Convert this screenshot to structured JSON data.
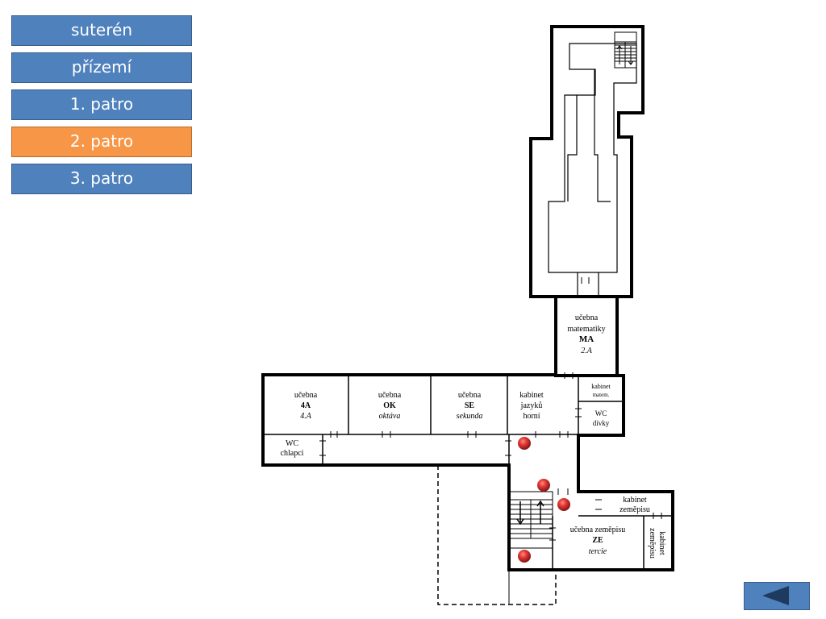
{
  "floors": [
    {
      "label": "suterén",
      "active": false
    },
    {
      "label": "přízemí",
      "active": false
    },
    {
      "label": "1. patro",
      "active": false
    },
    {
      "label": "2. patro",
      "active": true
    },
    {
      "label": "3. patro",
      "active": false
    }
  ],
  "colors": {
    "button": "#4f81bd",
    "button_active": "#f79646",
    "marker": "#c0392b"
  },
  "rooms": {
    "ma": {
      "line1": "učebna",
      "line2": "matematiky",
      "code": "MA",
      "class": "2.A"
    },
    "r4a": {
      "line1": "učebna",
      "code": "4A",
      "class": "4.A"
    },
    "ok": {
      "line1": "učebna",
      "code": "OK",
      "class": "oktáva"
    },
    "se": {
      "line1": "učebna",
      "code": "SE",
      "class": "sekunda"
    },
    "kjh": {
      "line1": "kabinet",
      "line2": "jazyků",
      "line3": "horní"
    },
    "kmat": {
      "line1": "kabinet",
      "line2": "matem."
    },
    "wcd": {
      "line1": "WC",
      "line2": "dívky"
    },
    "wcch": {
      "line1": "WC",
      "line2": "chlapci"
    },
    "kzem": {
      "line1": "kabinet",
      "line2": "zeměpisu"
    },
    "ze": {
      "line1": "učebna zeměpisu",
      "code": "ZE",
      "class": "tercie"
    },
    "kzem2": {
      "line1": "kabinet",
      "line2": "zeměpisu"
    }
  },
  "back_button": {
    "icon": "left-arrow-icon"
  }
}
